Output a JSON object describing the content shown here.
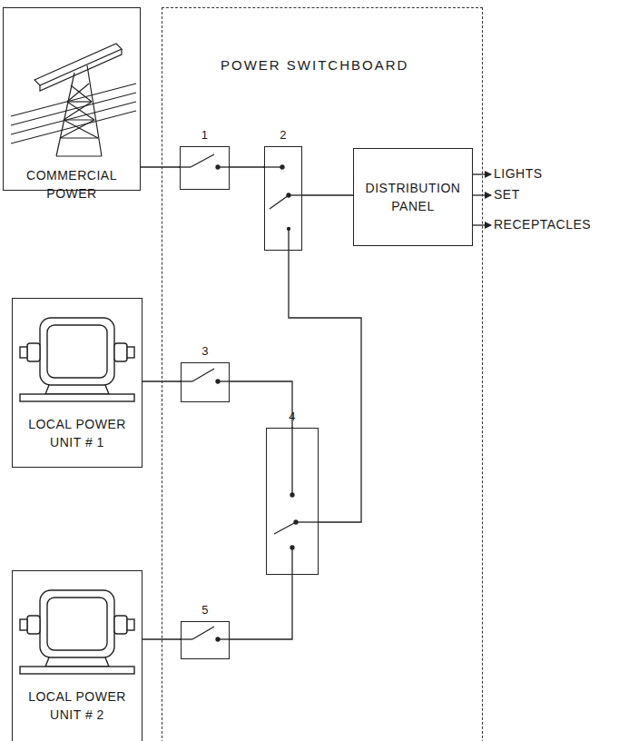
{
  "diagram": {
    "nodes": [
      {
        "text": [
          "POWER SWITCHBOARD"
        ]
      },
      {
        "text": [
          "COMMERCIAL POWER"
        ]
      },
      {
        "text": [
          "1"
        ],
        "in": 0
      },
      {
        "text": [
          "2"
        ],
        "in": 0
      },
      {
        "text": [
          "DISTRIBUTION PANEL"
        ],
        "in": 0
      },
      {
        "text": [
          "LOCAL POWER UNIT # 1"
        ]
      },
      {
        "text": [
          "3"
        ],
        "in": 0
      },
      {
        "text": [
          "4"
        ],
        "in": 0
      },
      {
        "text": [
          "LOCAL POWER UNIT # 2"
        ]
      },
      {
        "text": [
          "5"
        ],
        "in": 0
      }
    ],
    "edges": [
      {
        "from": 1,
        "to": 2,
        "arrow": "none"
      },
      {
        "from": 2,
        "to": 3,
        "arrow": "none"
      },
      {
        "from": 3,
        "to": 4,
        "arrow": "none"
      },
      {
        "from": 5,
        "to": 6,
        "arrow": "none"
      },
      {
        "from": 6,
        "to": 7,
        "arrow": "none"
      },
      {
        "from": 8,
        "to": 9,
        "arrow": "none"
      },
      {
        "from": 9,
        "to": 7,
        "arrow": "none"
      },
      {
        "from": 7,
        "to": 3,
        "arrow": "none"
      }
    ],
    "labels": [
      "LIGHTS",
      "SET",
      "RECEPTACLES"
    ]
  }
}
